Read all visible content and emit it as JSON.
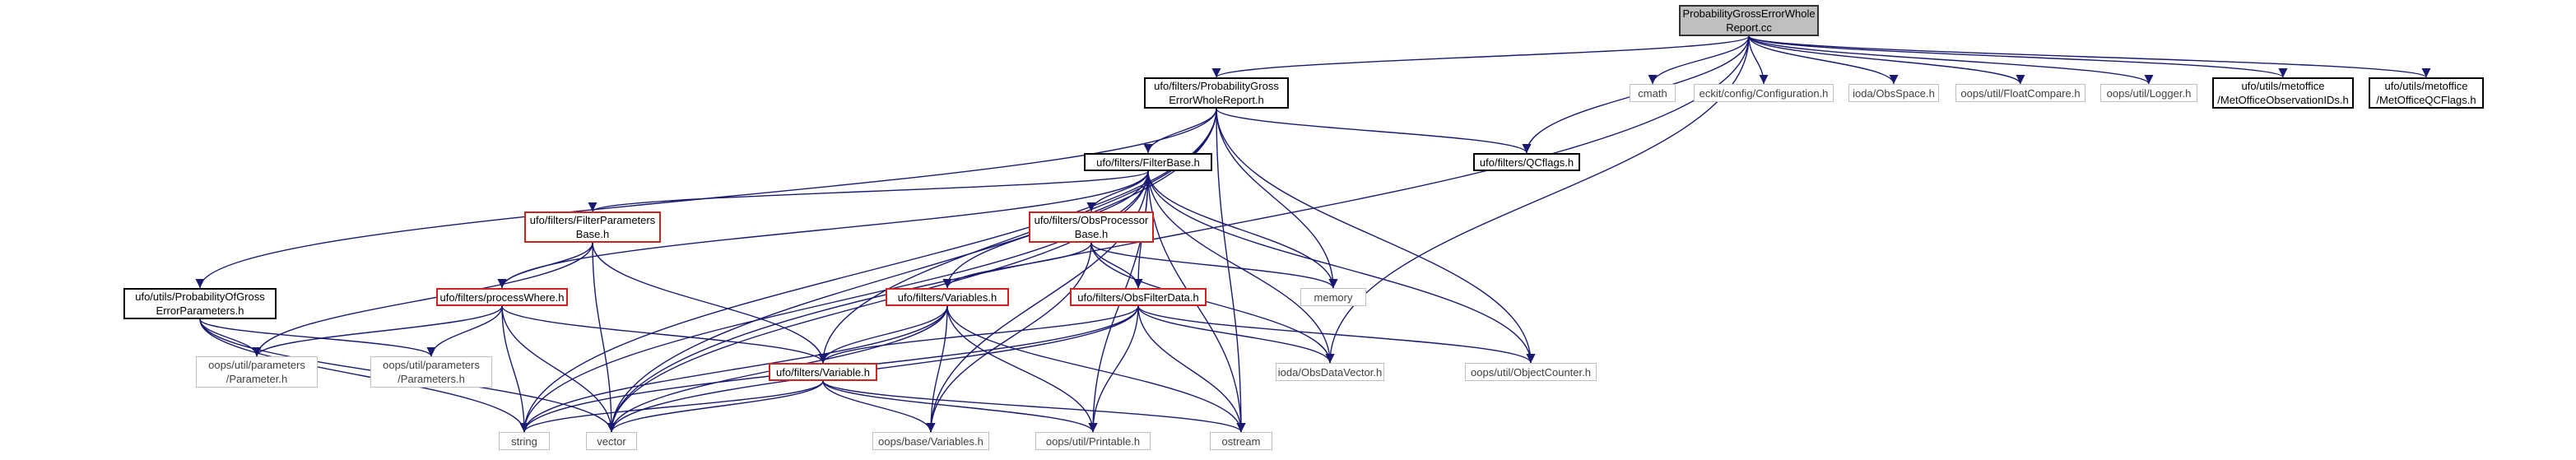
{
  "graph": {
    "colors": {
      "edge": "#191970",
      "black_border": "#000000",
      "red_border": "#d0231f",
      "gray_border": "#bfbfbf",
      "root_fill": "#bfbfbf"
    },
    "nodes": {
      "root": "ProbabilityGrossErrorWhole\nReport.cc",
      "pgewr_h": "ufo/filters/ProbabilityGross\nErrorWholeReport.h",
      "cmath": "cmath",
      "eckit_conf": "eckit/config/Configuration.h",
      "ioda_obsspace": "ioda/ObsSpace.h",
      "floatcompare": "oops/util/FloatCompare.h",
      "logger": "oops/util/Logger.h",
      "metoffice_obsids": "ufo/utils/metoffice\n/MetOfficeObservationIDs.h",
      "metoffice_qcflags": "ufo/utils/metoffice\n/MetOfficeQCFlags.h",
      "filterbase": "ufo/filters/FilterBase.h",
      "qcflags": "ufo/filters/QCflags.h",
      "filterparams": "ufo/filters/FilterParameters\nBase.h",
      "obsprocessor": "ufo/filters/ObsProcessor\nBase.h",
      "memory": "memory",
      "processwhere": "ufo/filters/processWhere.h",
      "variables_h": "ufo/filters/Variables.h",
      "obsfilterdata": "ufo/filters/ObsFilterData.h",
      "probparams": "ufo/utils/ProbabilityOfGross\nErrorParameters.h",
      "parameter": "oops/util/parameters\n/Parameter.h",
      "parameters": "oops/util/parameters\n/Parameters.h",
      "variable_h": "ufo/filters/Variable.h",
      "obsdatavector": "ioda/ObsDataVector.h",
      "objectcounter": "oops/util/ObjectCounter.h",
      "string": "string",
      "vector": "vector",
      "base_variables": "oops/base/Variables.h",
      "printable": "oops/util/Printable.h",
      "ostream": "ostream"
    }
  }
}
